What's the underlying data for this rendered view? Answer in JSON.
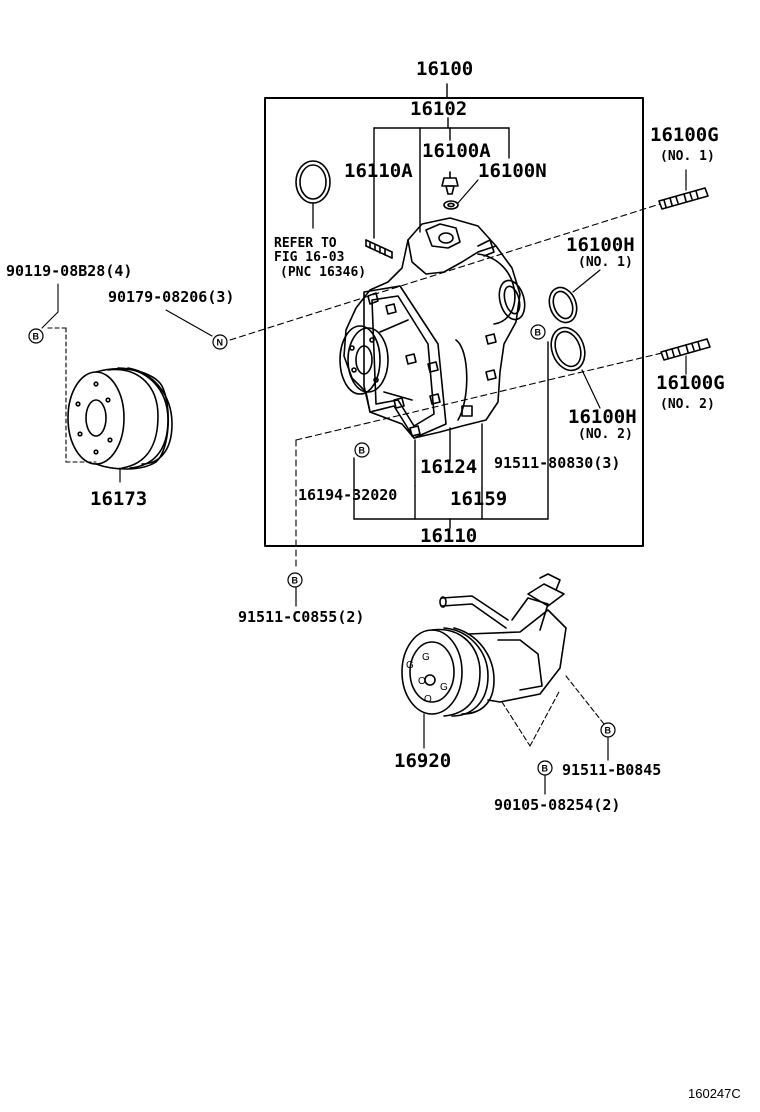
{
  "labels": {
    "assembly": "16100",
    "sub_assembly": "16102",
    "plug": "16100A",
    "plug_gasket": "16100N",
    "stud_sub": "16110A",
    "gasket_top": "16100H",
    "gasket_top_no": "(NO. 1)",
    "gasket_bottom": "16100H",
    "gasket_bottom_no": "(NO. 2)",
    "stud_top": "16100G",
    "stud_top_no": "(NO. 1)",
    "stud_bottom": "16100G",
    "stud_bottom_no": "(NO. 2)",
    "refer_line1": "REFER TO",
    "refer_line2": "FIG 16-03",
    "refer_line3": "(PNC 16346)",
    "bolt_pulley": "90119-08B28(4)",
    "nut_pump": "90179-08206(3)",
    "pulley": "16173",
    "part_16124": "16124",
    "bolt_pump": "91511-80830(3)",
    "bolt_16194": "16194-32020",
    "part_16159": "16159",
    "pump_bottom": "16110",
    "bolt_c0855": "91511-C0855(2)",
    "fan_pump": "16920",
    "bolt_b0845": "91511-B0845",
    "bolt_08254": "90105-08254(2)",
    "figure_code": "160247C"
  },
  "markers": {
    "b": "B",
    "n": "N"
  }
}
